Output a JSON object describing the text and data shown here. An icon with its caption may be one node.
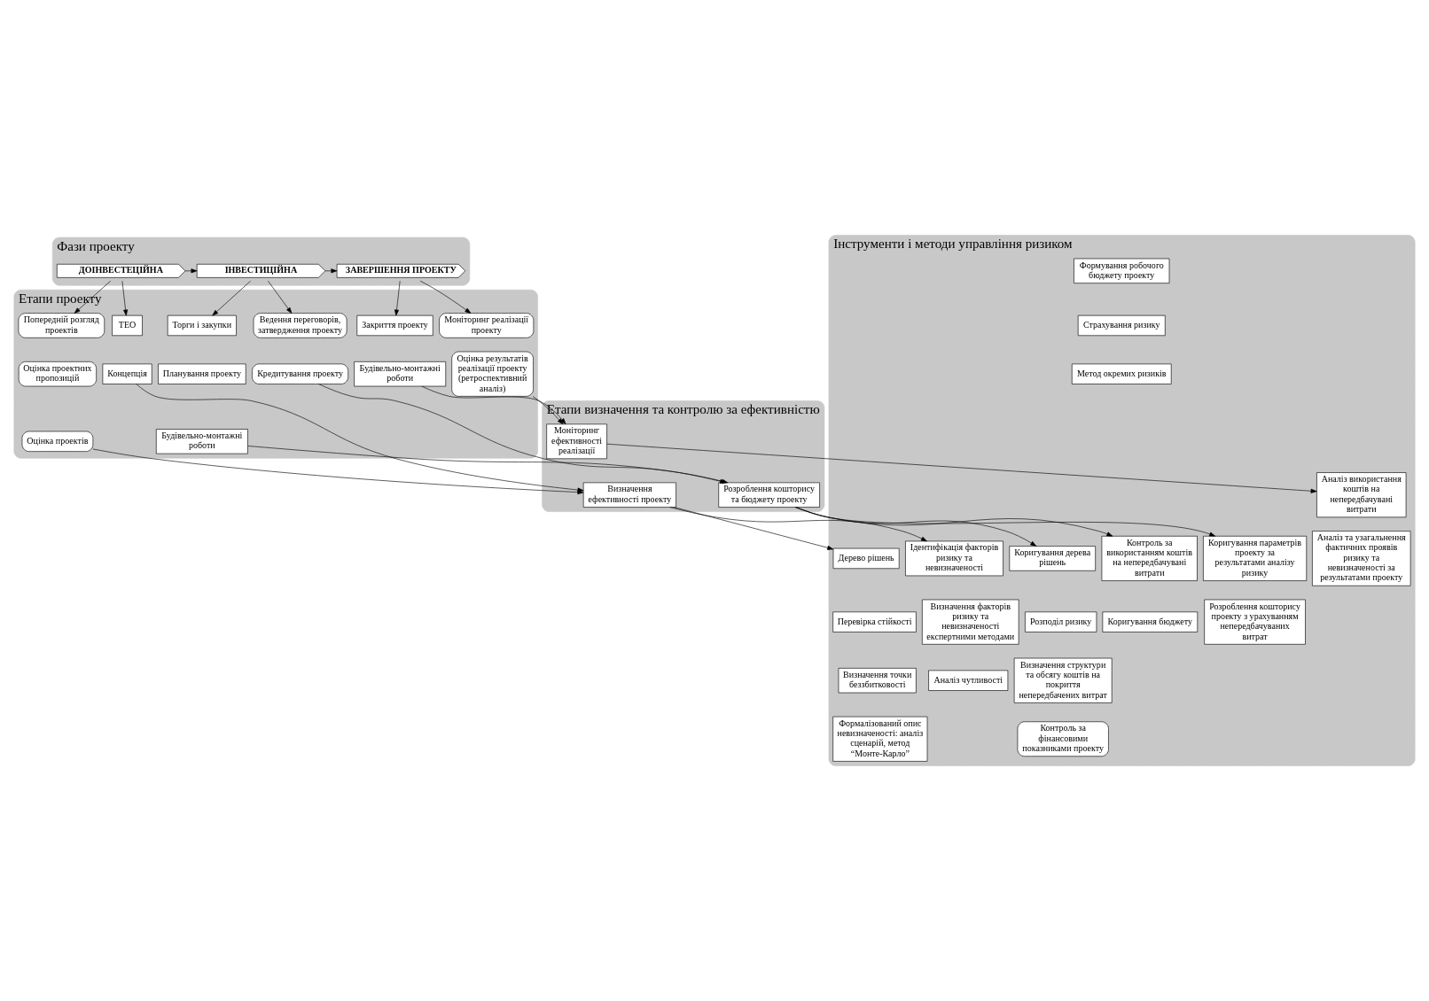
{
  "diagram": {
    "nodes": [
      {
        "text": [
          "Фази проекту"
        ]
      },
      {
        "text": [
          "ДОІНВЕСТЕЦІЙНА"
        ],
        "in": 0
      },
      {
        "text": [
          "ІНВЕСТИЦІЙНА"
        ],
        "in": 0
      },
      {
        "text": [
          "ЗАВЕРШЕННЯ ПРОЕКТУ"
        ],
        "in": 0
      },
      {
        "text": [
          "Етапи проекту"
        ]
      },
      {
        "text": [
          "Попередній розгляд проектів"
        ],
        "in": 4
      },
      {
        "text": [
          "Оцінка проектних пропозицій"
        ],
        "in": 4
      },
      {
        "text": [
          "Оцінка проектів"
        ],
        "in": 4
      },
      {
        "text": [
          "ТЕО"
        ],
        "in": 4
      },
      {
        "text": [
          "Концепція"
        ],
        "in": 4
      },
      {
        "text": [
          "Ведення переговорів, затвердження проекту"
        ],
        "in": 4
      },
      {
        "text": [
          "Кредитування проекту"
        ],
        "in": 4
      },
      {
        "text": [
          "Торги і закупки"
        ],
        "in": 4
      },
      {
        "text": [
          "Планування проекту"
        ],
        "in": 4
      },
      {
        "text": [
          "Будівельно-монтажні роботи"
        ],
        "in": 4
      },
      {
        "text": [
          "Моніторинг реалізації проекту"
        ],
        "in": 4
      },
      {
        "text": [
          "Оцінка результатів реалізації проекту (ретроспективний аналіз)"
        ],
        "in": 4
      },
      {
        "text": [
          "Закриття проекту"
        ],
        "in": 4
      },
      {
        "text": [
          "Будівельно-монтажні роботи"
        ],
        "in": 4
      },
      {
        "text": [
          "Етапи визначення та контролю за ефективністю"
        ]
      },
      {
        "text": [
          "Визначення ефективності проекту"
        ],
        "in": 19
      },
      {
        "text": [
          "Розроблення кошторису та бюджету проекту"
        ],
        "in": 19
      },
      {
        "text": [
          "Моніторинг ефективності реалізації"
        ],
        "in": 19
      },
      {
        "text": [
          "Інструменти і методи управління ризиком"
        ]
      },
      {
        "text": [
          "Ідентифікація факторів ризику та невизначеності"
        ],
        "in": 23
      },
      {
        "text": [
          "Визначення факторів ризику та невизначеності експертними методами"
        ],
        "in": 23
      },
      {
        "text": [
          "Аналіз чутливості"
        ],
        "in": 23
      },
      {
        "text": [
          "Дерево рішень"
        ],
        "in": 23
      },
      {
        "text": [
          "Перевірка стійкості"
        ],
        "in": 23
      },
      {
        "text": [
          "Визначення точки беззбитковості"
        ],
        "in": 23
      },
      {
        "text": [
          "Формалізований опис невизначеності: аналіз сценарій, метод “Монте-Карло”"
        ],
        "in": 23
      },
      {
        "text": [
          "Коригування дерева рішень"
        ],
        "in": 23
      },
      {
        "text": [
          "Розподіл ризику"
        ],
        "in": 23
      },
      {
        "text": [
          "Визначення структури та обсягу коштів на покриття непередбачених витрат"
        ],
        "in": 23
      },
      {
        "text": [
          "Контроль за фінансовими показниками проекту"
        ],
        "in": 23
      },
      {
        "text": [
          "Коригування параметрів проекту за результатами аналізу ризику"
        ],
        "in": 23
      },
      {
        "text": [
          "Розроблення кошторису проекту з урахуванням непередбачуваних витрат"
        ],
        "in": 23
      },
      {
        "text": [
          "Формування робочого бюджету проекту"
        ],
        "in": 23
      },
      {
        "text": [
          "Страхування ризику"
        ],
        "in": 23
      },
      {
        "text": [
          "Метод окремих ризиків"
        ],
        "in": 23
      },
      {
        "text": [
          "Контроль за використанням коштів на непередбачувані витрати"
        ],
        "in": 23
      },
      {
        "text": [
          "Коригування бюджету"
        ],
        "in": 23
      },
      {
        "text": [
          "Аналіз використання коштів на непередбачувані витрати"
        ],
        "in": 23
      },
      {
        "text": [
          "Аналіз та узагальнення фактичних проявів ризику та невизначеності за результатами проекту"
        ],
        "in": 23
      }
    ],
    "edges": [
      {
        "from": 1,
        "to": 2,
        "arrow": "to"
      },
      {
        "from": 2,
        "to": 3,
        "arrow": "to"
      },
      {
        "from": 1,
        "to": 5,
        "arrow": "to"
      },
      {
        "from": 1,
        "to": 8,
        "arrow": "to"
      },
      {
        "from": 2,
        "to": 10,
        "arrow": "to"
      },
      {
        "from": 2,
        "to": 12,
        "arrow": "to"
      },
      {
        "from": 3,
        "to": 15,
        "arrow": "to"
      },
      {
        "from": 3,
        "to": 17,
        "arrow": "to"
      },
      {
        "from": 7,
        "to": 20,
        "arrow": "to"
      },
      {
        "from": 9,
        "to": 20,
        "arrow": "to"
      },
      {
        "from": 11,
        "to": 21,
        "arrow": "to"
      },
      {
        "from": 14,
        "to": 21,
        "arrow": "to"
      },
      {
        "from": 16,
        "to": 22,
        "arrow": "to"
      },
      {
        "from": 18,
        "to": 22,
        "arrow": "to"
      },
      {
        "from": 20,
        "to": 24,
        "arrow": "to"
      },
      {
        "from": 20,
        "to": 27,
        "arrow": "to"
      },
      {
        "from": 21,
        "to": 31,
        "arrow": "to"
      },
      {
        "from": 21,
        "to": 35,
        "arrow": "to"
      },
      {
        "from": 21,
        "to": 40,
        "arrow": "to"
      },
      {
        "from": 22,
        "to": 42,
        "arrow": "to"
      }
    ]
  }
}
